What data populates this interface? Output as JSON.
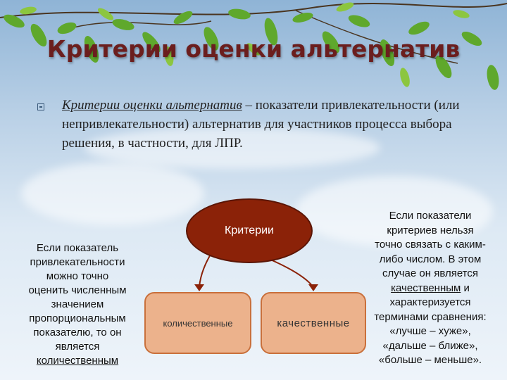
{
  "title": "Критерии оценки альтернатив",
  "definition": {
    "term": "Критерии оценки альтернатив",
    "rest": " – показатели привлекательности (или непривлекательности) альтернатив для участников процесса выбора решения, в частности, для ЛПР."
  },
  "diagram": {
    "center_label": "Критерии",
    "left_box": "количественные",
    "right_box": "качественные"
  },
  "left_note": {
    "lines": [
      "Если показатель",
      "привлекательности",
      "можно точно",
      "оценить численным",
      "значением",
      "пропорциональным",
      "показателю, то он",
      "является"
    ],
    "underlined": "количественным"
  },
  "right_note": {
    "lines_before": [
      "Если показатели",
      "критериев нельзя",
      "точно связать с каким-",
      "либо числом. В этом",
      "случае он является"
    ],
    "underlined": "качественным",
    "after_underlined": " и",
    "lines_after": [
      "характеризуется",
      "терминами сравнения:",
      "«лучше – хуже»,",
      "«дальше – ближе»,",
      "«больше – меньше»."
    ]
  },
  "colors": {
    "title": "#6b1e1e",
    "oval": "#8b2208",
    "box_fill": "#ecb28c",
    "box_border": "#c9703c",
    "arrow": "#8b2208"
  },
  "icons": {
    "bullet": "boxed-bullet-icon"
  }
}
